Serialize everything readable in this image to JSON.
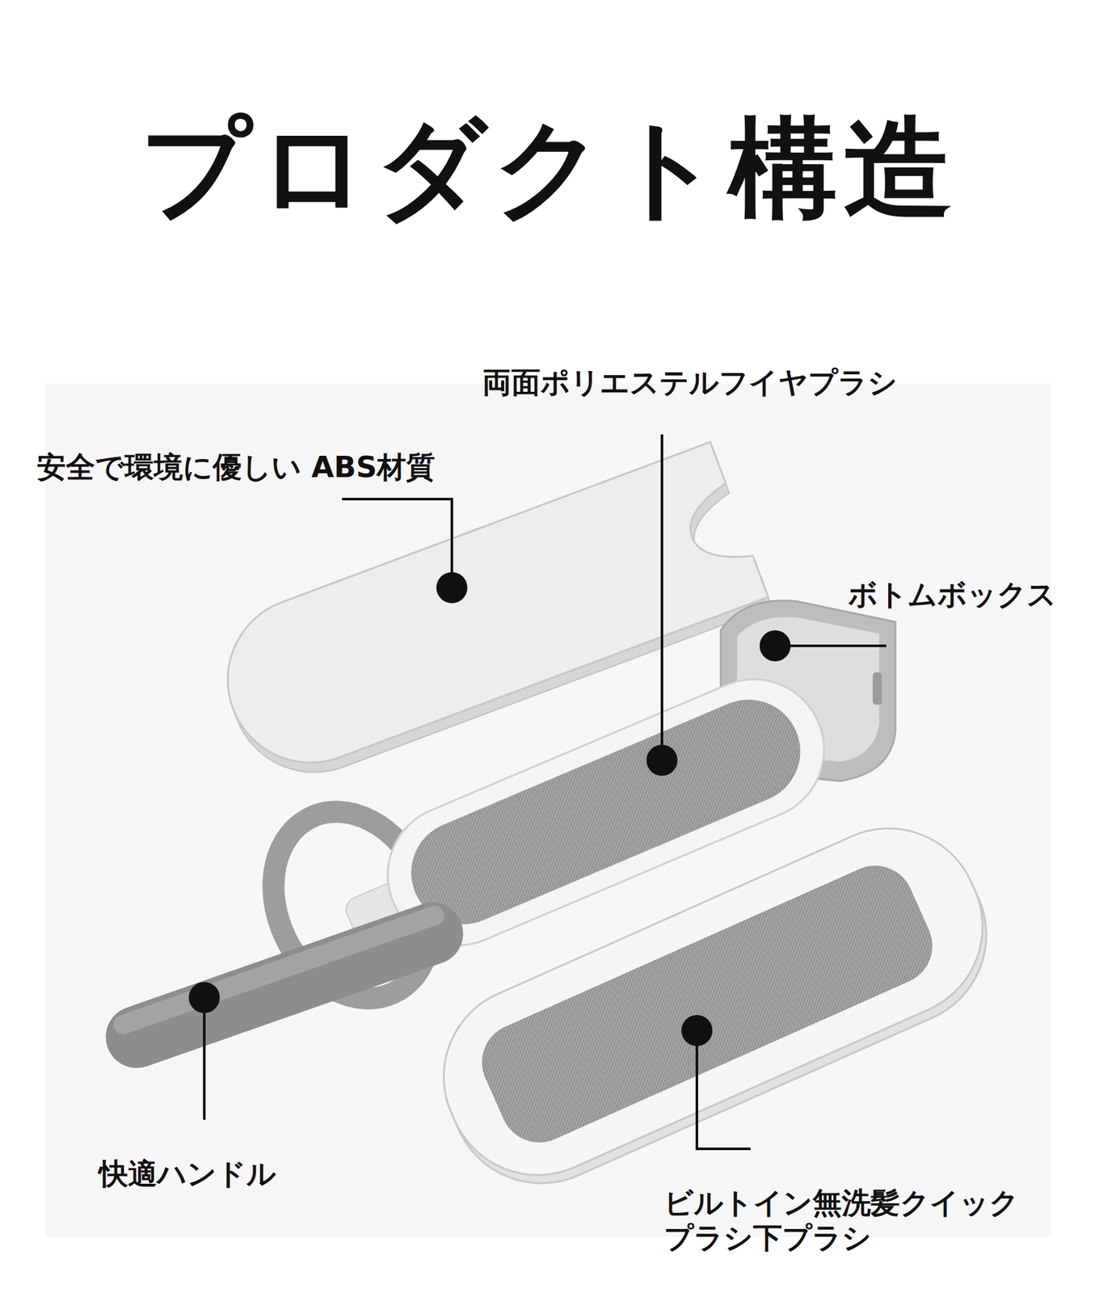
{
  "diagram": {
    "title": "プロダクト構造",
    "labels": [
      "両面ポリエステルフイヤプラシ",
      "安全で環境に優しい ABS材質",
      "ボトムボックス",
      "快適ハンドル",
      "ビルトイン無洗髪クイック プラシ下プラシ"
    ]
  }
}
